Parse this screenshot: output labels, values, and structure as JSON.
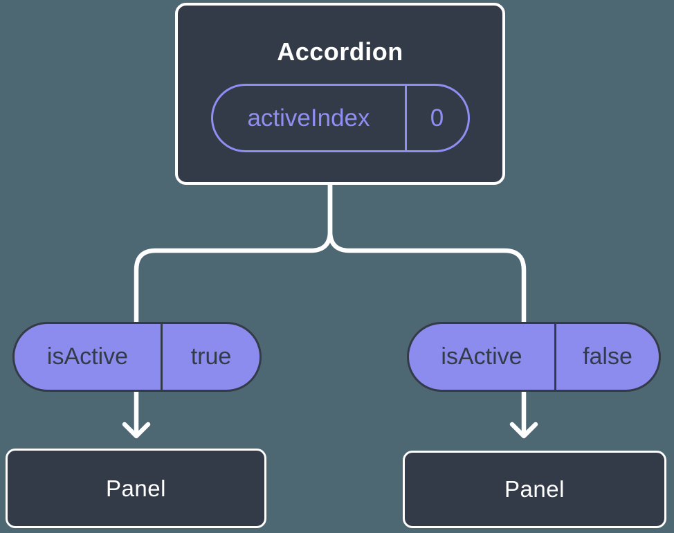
{
  "colors": {
    "background": "#4d6873",
    "box_fill": "#343b48",
    "box_border": "#ffffff",
    "pill_fill": "#8c8cee",
    "pill_accent": "#8f8ef3",
    "connector": "#ffffff"
  },
  "tree": {
    "root": {
      "title": "Accordion",
      "state_pill": {
        "name": "activeIndex",
        "value": "0"
      }
    },
    "branches": [
      {
        "prop_pill": {
          "name": "isActive",
          "value": "true"
        },
        "panel": {
          "label": "Panel"
        }
      },
      {
        "prop_pill": {
          "name": "isActive",
          "value": "false"
        },
        "panel": {
          "label": "Panel"
        }
      }
    ]
  }
}
